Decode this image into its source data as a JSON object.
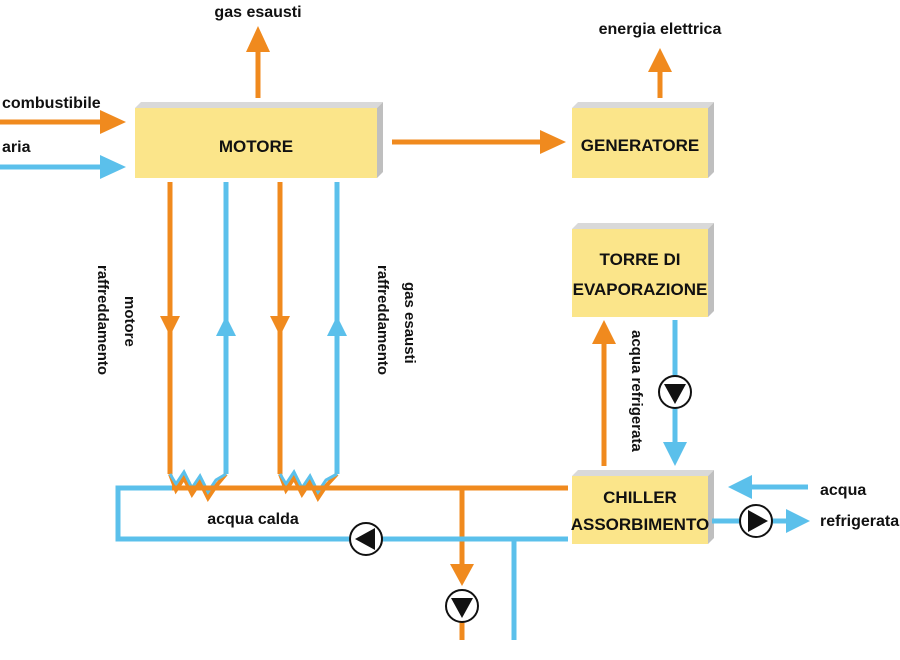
{
  "colors": {
    "orange": "#F08A1E",
    "blue": "#5BC0EB",
    "box_fill": "#FBE58A",
    "box_shadow": "#C8C8C8",
    "text": "#111111"
  },
  "boxes": {
    "motore": "MOTORE",
    "generatore": "GENERATORE",
    "torre_line1": "TORRE DI",
    "torre_line2": "EVAPORAZIONE",
    "chiller_line1": "CHILLER",
    "chiller_line2": "ASSORBIMENTO"
  },
  "labels": {
    "gas_esausti": "gas esausti",
    "energia_elettrica": "energia elettrica",
    "combustibile": "combustibile",
    "aria": "aria",
    "raffreddamento_motore_1": "raffreddamento",
    "raffreddamento_motore_2": "motore",
    "raffreddamento_gas_1": "raffreddamento",
    "raffreddamento_gas_2": "gas esausti",
    "acqua_refrigerata_vertical": "acqua refrigerata",
    "acqua_calda": "acqua calda",
    "acqua": "acqua",
    "refrigerata": "refrigerata"
  },
  "icons": [
    "pump-icon",
    "arrow-icon"
  ]
}
